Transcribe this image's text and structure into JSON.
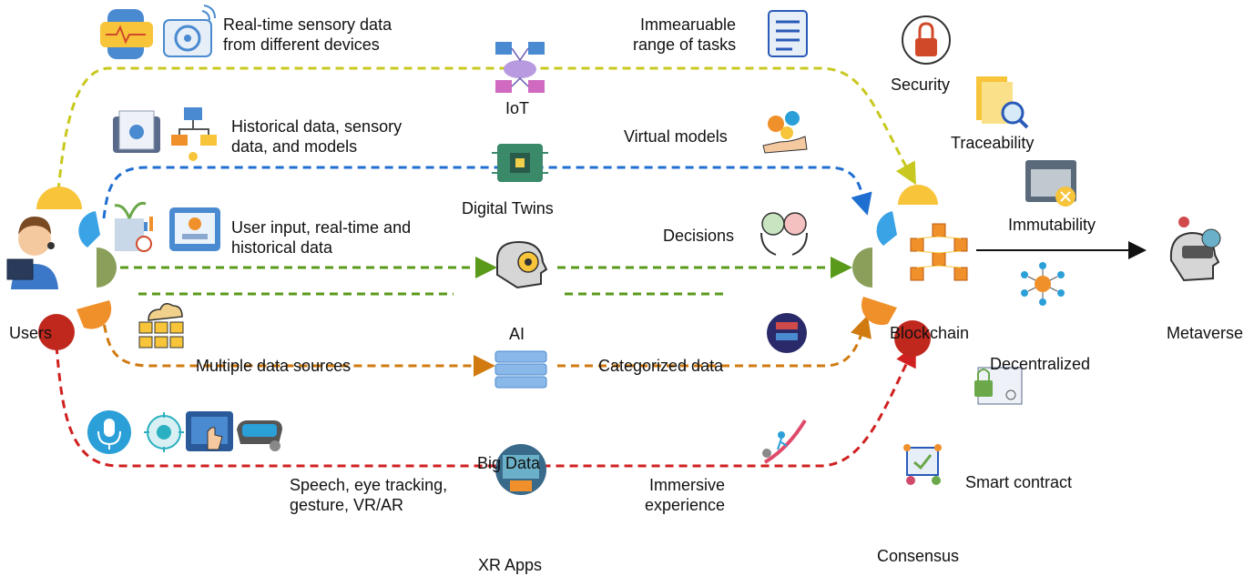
{
  "labels": {
    "users": "Users",
    "iot": "IoT",
    "digital_twins": "Digital Twins",
    "ai": "AI",
    "big_data": "Big Data",
    "xr_apps": "XR Apps",
    "blockchain": "Blockchain",
    "metaverse": "Metaverse",
    "consensus": "Consensus"
  },
  "inputs": {
    "realtime_sensory": "Real-time sensory data\nfrom different devices",
    "historical_models": "Historical data, sensory\ndata, and models",
    "user_input": "User input, real-time and\nhistorical data",
    "multiple_sources": "Multiple data sources",
    "speech": "Speech, eye tracking,\ngesture, VR/AR"
  },
  "outputs": {
    "tasks": "Immearuable\nrange of tasks",
    "virtual_models": "Virtual models",
    "decisions": "Decisions",
    "categorized": "Categorized data",
    "immersive": "Immersive\nexperience"
  },
  "properties": {
    "security": "Security",
    "traceability": "Traceability",
    "immutability": "Immutability",
    "decentralized": "Decentralized",
    "smart_contract": "Smart contract"
  },
  "colors": {
    "iot": "#c8c820",
    "twins": "#1f6fd1",
    "ai": "#5a9a1a",
    "bigdata": "#d07a10",
    "xr": "#d02020",
    "yellow_petal": "#f7c43a",
    "blue_petal": "#3aa3e6",
    "green_petal": "#8aa05a",
    "orange_petal": "#f0902a",
    "red_petal": "#c0281e"
  }
}
